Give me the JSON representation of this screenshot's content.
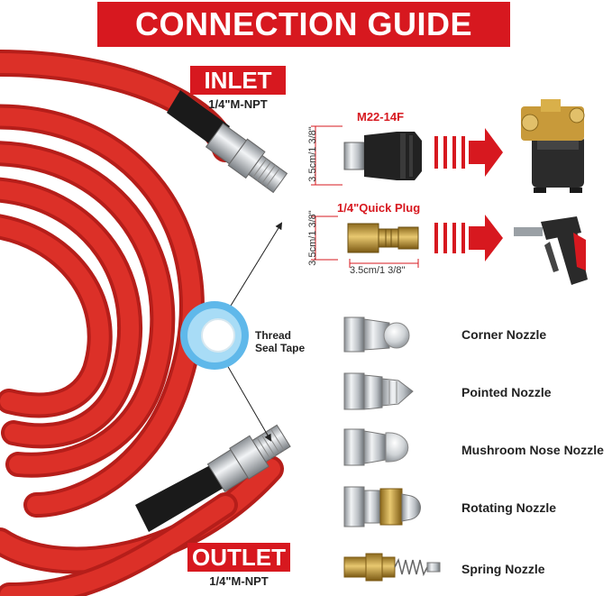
{
  "title": "CONNECTION GUIDE",
  "inlet": {
    "label": "INLET",
    "spec": "1/4\"M-NPT"
  },
  "outlet": {
    "label": "OUTLET",
    "spec": "1/4\"M-NPT"
  },
  "fittings": [
    {
      "name": "M22-14F",
      "height_dim": "3.5cm/1  3/8\""
    },
    {
      "name": "1/4\"Quick Plug",
      "height_dim": "3.5cm/1  3/8\"",
      "width_dim": "3.5cm/1  3/8\""
    }
  ],
  "thread_seal_tape": "Thread Seal Tape",
  "nozzles": [
    {
      "label": "Corner Nozzle"
    },
    {
      "label": "Pointed Nozzle"
    },
    {
      "label": "Mushroom Nose Nozzle"
    },
    {
      "label": "Rotating Nozzle"
    },
    {
      "label": "Spring Nozzle"
    }
  ],
  "colors": {
    "accent": "#d7181f",
    "hose": "#d82a24",
    "sleeve": "#1a1a1a"
  }
}
